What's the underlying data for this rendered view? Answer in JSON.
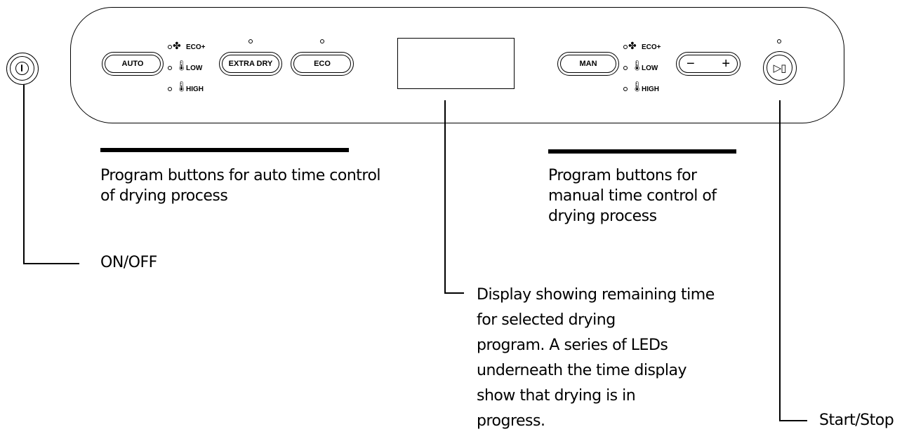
{
  "buttons": {
    "auto": "AUTO",
    "extra_dry": "EXTRA DRY",
    "eco": "ECO",
    "man": "MAN",
    "minus": "−",
    "plus": "+",
    "start_stop_symbol": "▷▯"
  },
  "indicators_left": {
    "eco_plus": "ECO+",
    "low": "LOW",
    "high": "HIGH"
  },
  "indicators_right": {
    "eco_plus": "ECO+",
    "low": "LOW",
    "high": "HIGH"
  },
  "icons": {
    "fan": "fan-icon",
    "thermometer": "thermometer-icon",
    "power": "power-icon"
  },
  "labels": {
    "auto_program_line1": "Program buttons for auto time control",
    "auto_program_line2": "of drying process",
    "manual_program_line1": "Program buttons for",
    "manual_program_line2": "manual time control of",
    "manual_program_line3": "drying process",
    "on_off": "ON/OFF",
    "display_line1": "Display showing remaining time",
    "display_line2": "for selected drying",
    "display_line3": "program. A series of LEDs",
    "display_line4": "underneath the time display",
    "display_line5": "show that drying is in",
    "display_line6": "progress.",
    "start_stop": "Start/Stop"
  }
}
